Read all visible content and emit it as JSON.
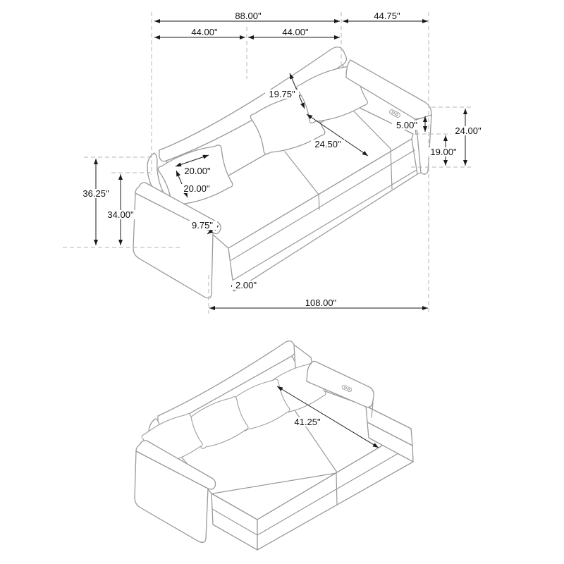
{
  "units": "inches",
  "colors": {
    "background": "#ffffff",
    "line_art": "#9a9a9a",
    "dimension_lines": "#1a1a1a",
    "extension_lines": "#b5b5b5"
  },
  "views": [
    {
      "id": "sofa-isometric",
      "dimensions": {
        "overall_width_back": "88.00\"",
        "chaise_width": "44.75\"",
        "seat_width_left": "44.00\"",
        "seat_width_right": "44.00\"",
        "back_cushion_diag": "19.75\"",
        "arm_above_seat": "5.00\"",
        "arm_height": "24.00\"",
        "seat_height": "19.00\"",
        "seat_depth": "24.50\"",
        "pillow_width": "20.00\"",
        "pillow_height": "20.00\"",
        "overall_height": "36.25\"",
        "back_height": "34.00\"",
        "arm_top_width": "9.75\"",
        "base_clearance": "2.00\"",
        "overall_length": "108.00\""
      },
      "icons": [
        "usb-port"
      ]
    },
    {
      "id": "sofa-bed-isometric",
      "dimensions": {
        "sleeper_extension": "41.25\""
      },
      "icons": [
        "usb-port"
      ]
    }
  ]
}
